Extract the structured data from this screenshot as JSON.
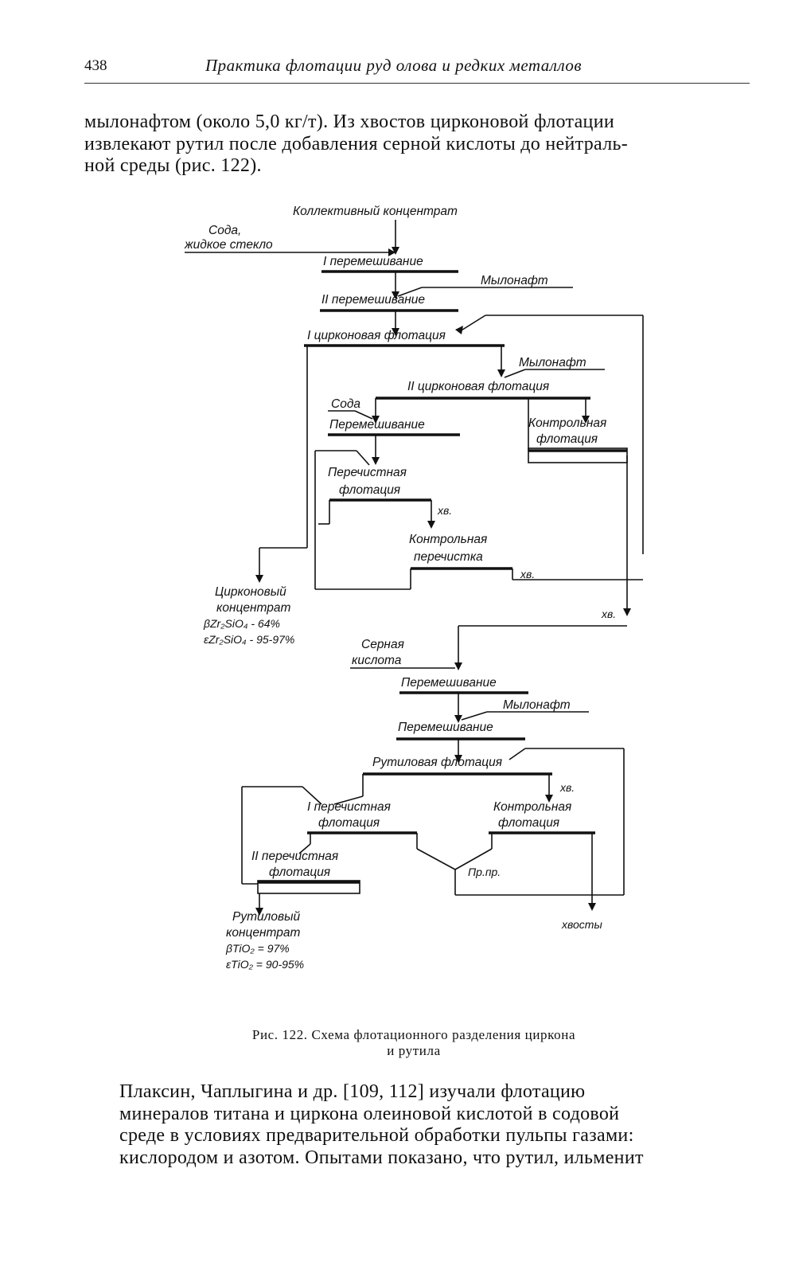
{
  "header": {
    "page_number": "438",
    "running_title": "Практика флотации руд олова и редких металлов"
  },
  "intro_text": [
    "мылонафтом (около 5,0 кг/т). Из хвостов цирконовой флотации",
    "извлекают рутил после добавления серной кислоты до нейтраль-",
    "ной среды (рис. 122)."
  ],
  "flowchart": {
    "collective_concentrate": "Коллективный концентрат",
    "soda_reagent": "Сода,",
    "liquid_glass_reagent": "жидкое стекло",
    "mixing_1": "I перемешивание",
    "mylonaft_1": "Мылонафт",
    "mixing_2": "II перемешивание",
    "zircon_flotation_1": "I цирконовая флотация",
    "mylonaft_2": "Мылонафт",
    "zircon_flotation_2": "II цирконовая флотация",
    "soda_2": "Сода",
    "mixing_3": "Перемешивание",
    "control_flotation_1_line1": "Контрольная",
    "control_flotation_1_line2": "флотация",
    "cleaning_flotation_line1": "Перечистная",
    "cleaning_flotation_line2": "флотация",
    "tails_1": "хв.",
    "control_cleaning_line1": "Контрольная",
    "control_cleaning_line2": "перечистка",
    "tails_2": "хв.",
    "zircon_concentrate_line1": "Цирконовый",
    "zircon_concentrate_line2": "концентрат",
    "zircon_grade": "βZr₂SiO₄ - 64%",
    "zircon_recovery": "εZr₂SiO₄ - 95-97%",
    "tails_3": "хв.",
    "sulfuric_acid_line1": "Серная",
    "sulfuric_acid_line2": "кислота",
    "mixing_4": "Перемешивание",
    "mylonaft_3": "Мылонафт",
    "mixing_5": "Перемешивание",
    "rutile_flotation": "Рутиловая флотация",
    "tails_4": "хв.",
    "cleaning_1_line1": "I перечистная",
    "cleaning_1_line2": "флотация",
    "control_flotation_2_line1": "Контрольная",
    "control_flotation_2_line2": "флотация",
    "cleaning_2_line1": "II перечистная",
    "cleaning_2_line2": "флотация",
    "middlings": "Пр.пр.",
    "rutile_concentrate_line1": "Рутиловый",
    "rutile_concentrate_line2": "концентрат",
    "rutile_grade": "βTiO₂ = 97%",
    "rutile_recovery": "εTiO₂ = 90-95%",
    "tailings_final": "хвосты"
  },
  "caption": {
    "line1": "Рис. 122. Схема флотационного разделения циркона",
    "line2": "и рутила"
  },
  "after_text": [
    "Плаксин, Чаплыгина и др. [109, 112] изучали флотацию",
    "минералов титана и циркона олеиновой кислотой в содовой",
    "среде в условиях предварительной обработки пульпы газами:",
    "кислородом и азотом. Опытами показано, что рутил, ильменит"
  ]
}
